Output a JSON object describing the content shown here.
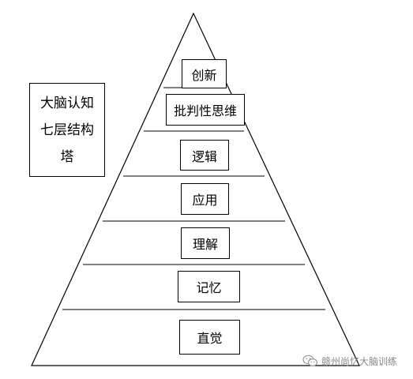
{
  "title": {
    "lines": [
      "大脑认知",
      "七层结构",
      "塔"
    ]
  },
  "layers": [
    {
      "label": "创新"
    },
    {
      "label": "批判性思维"
    },
    {
      "label": "逻辑"
    },
    {
      "label": "应用"
    },
    {
      "label": "理解"
    },
    {
      "label": "记忆"
    },
    {
      "label": "直觉"
    }
  ],
  "watermark": {
    "text": "赣州尚忆大脑训练",
    "icon": "wechat-icon"
  },
  "colors": {
    "line": "#000000",
    "background": "#ffffff",
    "watermark": "#888888"
  }
}
